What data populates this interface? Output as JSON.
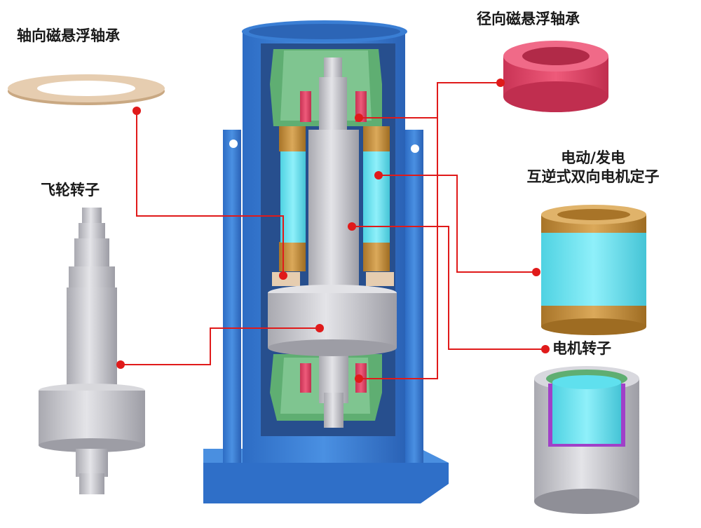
{
  "labels": {
    "axial_bearing": "轴向磁悬浮轴承",
    "radial_bearing": "径向磁悬浮轴承",
    "flywheel_rotor": "飞轮转子",
    "motor_stator_line1": "电动/发电",
    "motor_stator_line2": "互逆式双向电机定子",
    "motor_rotor": "电机转子"
  },
  "colors": {
    "housing_blue": "#3c82d8",
    "housing_dark": "#2a66b8",
    "rotor_gray": "#c9c9cf",
    "bearing_green": "#5fae72",
    "magnet_pink": "#e24a6a",
    "stator_cyan": "#5fe0ee",
    "coil_copper": "#c8913a",
    "axial_ring_tan": "#e2c7a6",
    "leader_red": "#e01a1a"
  }
}
